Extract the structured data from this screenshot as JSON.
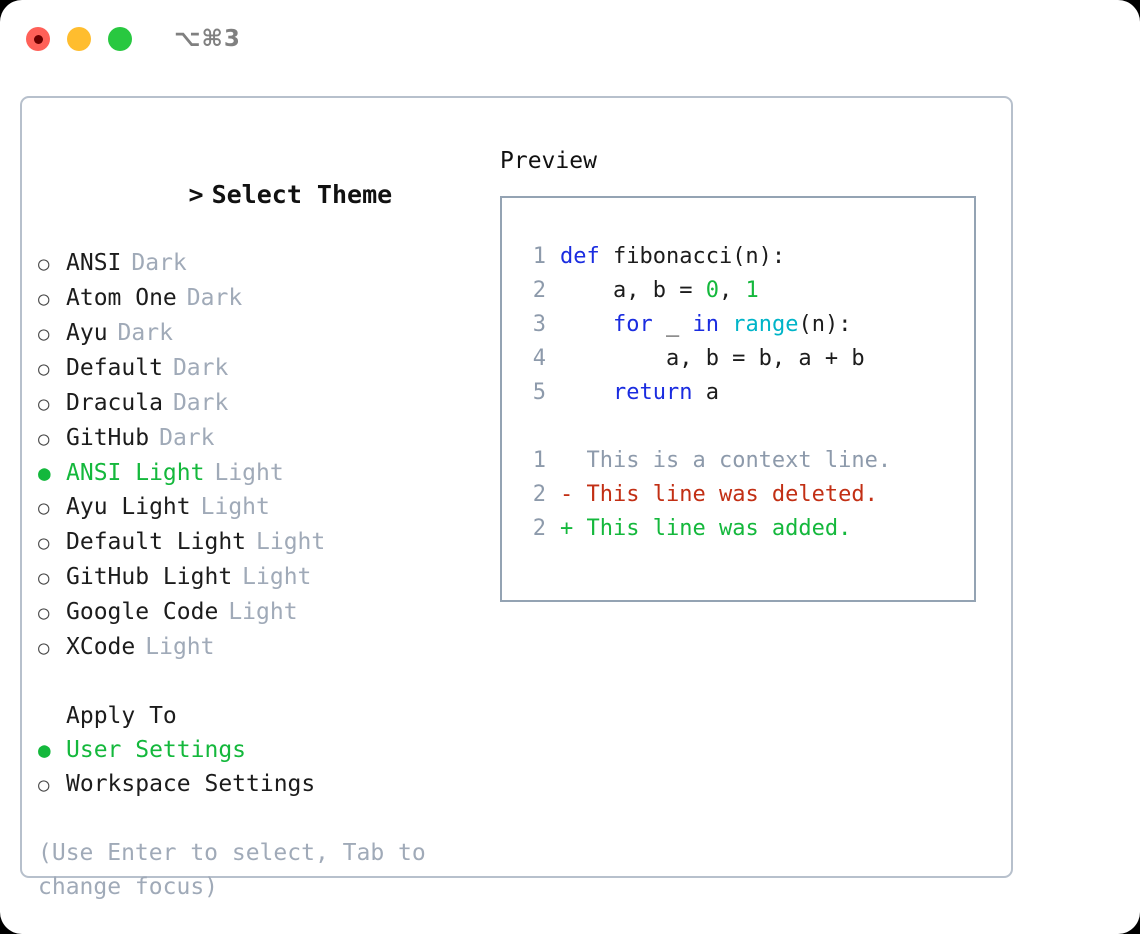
{
  "window": {
    "shortcut": "⌥⌘3",
    "traffic_lights": [
      {
        "name": "close",
        "color": "#ff6058"
      },
      {
        "name": "minimize",
        "color": "#ffbd2e"
      },
      {
        "name": "zoom",
        "color": "#28c840"
      }
    ]
  },
  "theme_picker": {
    "caret": ">",
    "title": "Select Theme",
    "bullet_empty": "○",
    "bullet_filled": "●",
    "items": [
      {
        "name": "ANSI",
        "kind": "Dark",
        "selected": false
      },
      {
        "name": "Atom One",
        "kind": "Dark",
        "selected": false
      },
      {
        "name": "Ayu",
        "kind": "Dark",
        "selected": false
      },
      {
        "name": "Default",
        "kind": "Dark",
        "selected": false
      },
      {
        "name": "Dracula",
        "kind": "Dark",
        "selected": false
      },
      {
        "name": "GitHub",
        "kind": "Dark",
        "selected": false
      },
      {
        "name": "ANSI Light",
        "kind": "Light",
        "selected": true
      },
      {
        "name": "Ayu Light",
        "kind": "Light",
        "selected": false
      },
      {
        "name": "Default Light",
        "kind": "Light",
        "selected": false
      },
      {
        "name": "GitHub Light",
        "kind": "Light",
        "selected": false
      },
      {
        "name": "Google Code",
        "kind": "Light",
        "selected": false
      },
      {
        "name": "XCode",
        "kind": "Light",
        "selected": false
      }
    ]
  },
  "apply_to": {
    "label": "Apply To",
    "items": [
      {
        "name": "User Settings",
        "selected": true
      },
      {
        "name": "Workspace Settings",
        "selected": false
      }
    ]
  },
  "hint": "(Use Enter to select, Tab to change focus)",
  "preview": {
    "title": "Preview",
    "code": [
      {
        "gutter": "1",
        "segments": [
          {
            "text": "def ",
            "token": "keyword"
          },
          {
            "text": "fibonacci(n):",
            "token": "plain"
          }
        ]
      },
      {
        "gutter": "2",
        "segments": [
          {
            "text": "    a, b = ",
            "token": "plain"
          },
          {
            "text": "0",
            "token": "number"
          },
          {
            "text": ", ",
            "token": "plain"
          },
          {
            "text": "1",
            "token": "number"
          }
        ]
      },
      {
        "gutter": "3",
        "segments": [
          {
            "text": "    ",
            "token": "plain"
          },
          {
            "text": "for",
            "token": "keyword"
          },
          {
            "text": " _ ",
            "token": "plain"
          },
          {
            "text": "in",
            "token": "keyword"
          },
          {
            "text": " ",
            "token": "plain"
          },
          {
            "text": "range",
            "token": "function"
          },
          {
            "text": "(n):",
            "token": "plain"
          }
        ]
      },
      {
        "gutter": "4",
        "segments": [
          {
            "text": "        a, b = b, a + b",
            "token": "plain"
          }
        ]
      },
      {
        "gutter": "5",
        "segments": [
          {
            "text": "    ",
            "token": "plain"
          },
          {
            "text": "return",
            "token": "keyword"
          },
          {
            "text": " a",
            "token": "plain"
          }
        ]
      }
    ],
    "diff": [
      {
        "gutter": "1",
        "marker": "  ",
        "text": "This is a context line.",
        "kind": "context"
      },
      {
        "gutter": "2",
        "marker": "- ",
        "text": "This line was deleted.",
        "kind": "deleted"
      },
      {
        "gutter": "2",
        "marker": "+ ",
        "text": "This line was added.",
        "kind": "added"
      }
    ]
  },
  "colors": {
    "accent_green": "#14b83c",
    "muted": "#a0aab8",
    "keyword": "#1a2ce0",
    "function": "#00b4c8",
    "number": "#14b83c",
    "diff_deleted": "#c22f14",
    "diff_added": "#14b83c",
    "border": "#b7c0cc",
    "preview_border": "#94a3b3"
  }
}
